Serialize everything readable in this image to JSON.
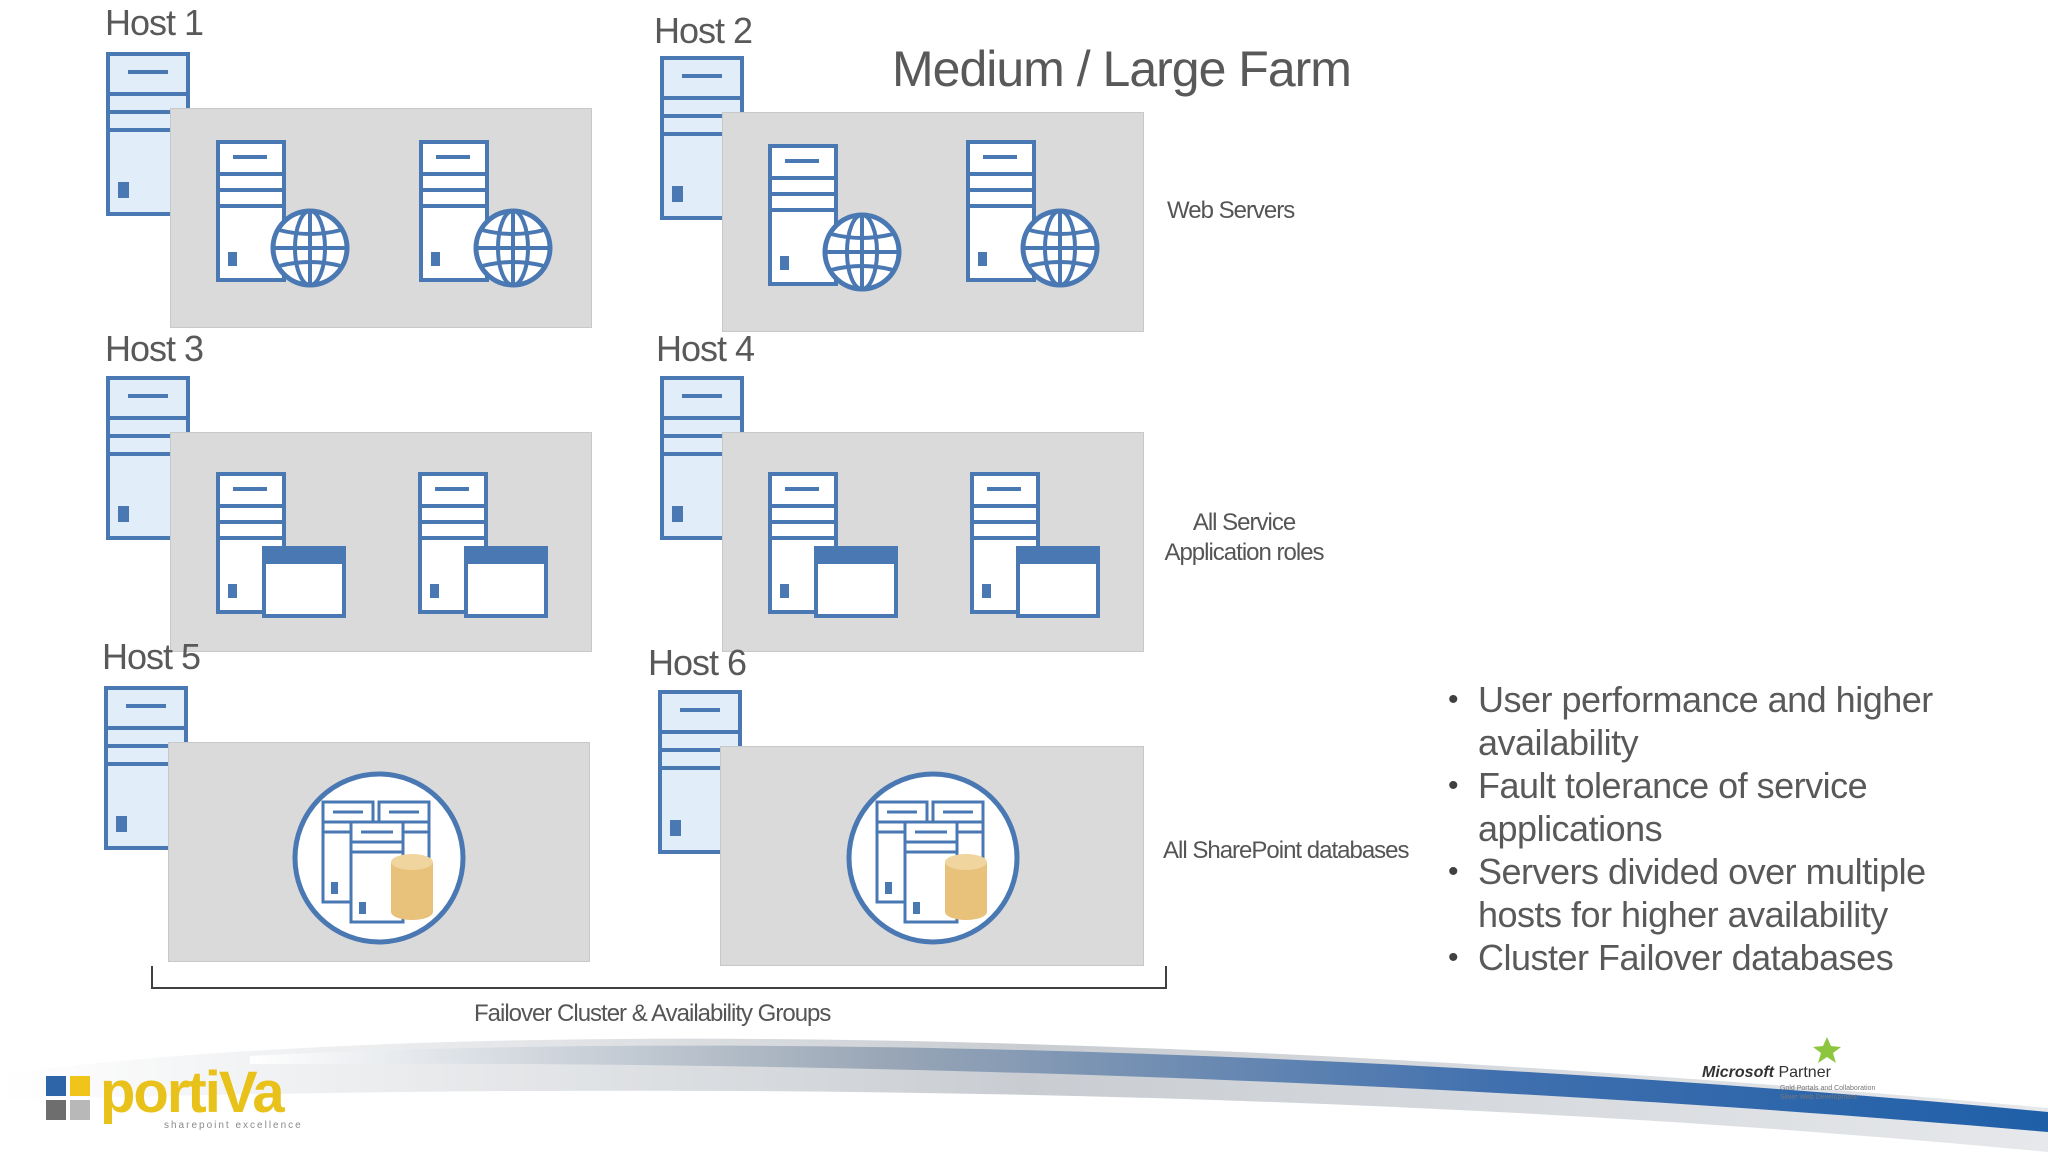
{
  "title": "Medium / Large Farm",
  "hosts": [
    "Host 1",
    "Host 2",
    "Host 3",
    "Host 4",
    "Host 5",
    "Host 6"
  ],
  "tiers": {
    "web": "Web Servers",
    "service_line1": "All Service",
    "service_line2": "Application roles",
    "db": "All SharePoint databases"
  },
  "failover_label": "Failover Cluster & Availability Groups",
  "bullets": [
    {
      "line1": "User performance and higher",
      "line2": "availability"
    },
    {
      "line1": "Fault tolerance of service",
      "line2": "applications"
    },
    {
      "line1": "Servers divided over multiple",
      "line2": "hosts for higher availability"
    },
    {
      "line1": "Cluster Failover databases",
      "line2": ""
    }
  ],
  "logo": {
    "name": "portiVa",
    "tagline": "sharepoint excellence"
  },
  "partner": {
    "brand": "Microsoft",
    "word": "Partner",
    "line1": "Gold Portals and Collaboration",
    "line2": "Silver Web Development"
  },
  "colors": {
    "server_stroke": "#4a78b3",
    "server_fill": "#e1eefa",
    "panel": "#dadada",
    "cylinder": "#e8c27a",
    "swoosh": "#1f5fa8"
  }
}
